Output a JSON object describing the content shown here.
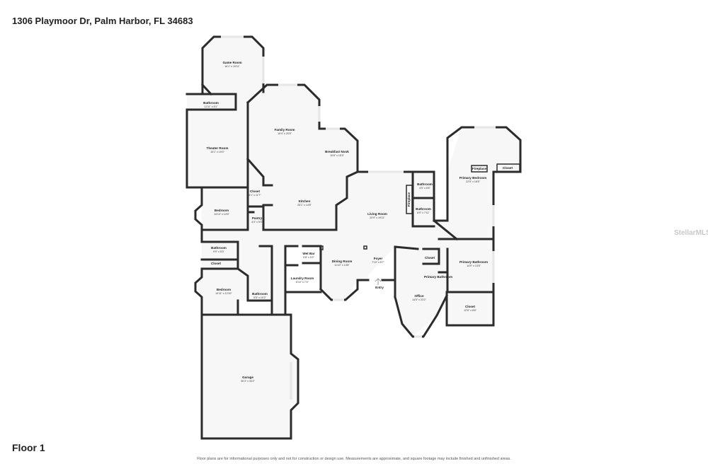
{
  "title": "1306 Playmoor Dr, Palm Harbor, FL 34683",
  "floor_label": "Floor 1",
  "disclaimer": "Floor plans are for informational purposes only and not for construction or design use. Measurements are approximate, and square footage may include finished and unfinished areas.",
  "watermark": "StellarMLS",
  "rooms": {
    "game_room": {
      "name": "Game Room",
      "dim": "16'1\" x 19'11\""
    },
    "bathroom_upper": {
      "name": "Bathroom",
      "dim": "11'11\" x 5'1\""
    },
    "theater_room": {
      "name": "Theater Room",
      "dim": "15'1\" x 19'0\""
    },
    "family_room": {
      "name": "Family Room",
      "dim": "19'4\" x 20'5\""
    },
    "breakfast_nook": {
      "name": "Breakfast Nook",
      "dim": "10'6\" x 15'3\""
    },
    "closet_hall": {
      "name": "Closet",
      "dim": "4'1\" x 11'7\""
    },
    "kitchen": {
      "name": "Kitchen",
      "dim": "25'1\" x 14'8\""
    },
    "bedroom_left": {
      "name": "Bedroom",
      "dim": "14'10\" x 14'5\""
    },
    "pantry": {
      "name": "Pantry",
      "dim": "4'4\" x 5'0\""
    },
    "bathroom_left": {
      "name": "Bathroom",
      "dim": "9'9\" x 5'0\""
    },
    "closet_left": {
      "name": "Closet",
      "dim": ""
    },
    "bedroom_lower": {
      "name": "Bedroom",
      "dim": "14'11\" x 12'10\""
    },
    "bathroom_lower": {
      "name": "Bathroom",
      "dim": "5'5\" x 10'2\""
    },
    "wet_bar": {
      "name": "Wet Bar",
      "dim": "5'8\" x 5'2\""
    },
    "laundry_room": {
      "name": "Laundry Room",
      "dim": "8'10\" x 7'4\""
    },
    "dining_room": {
      "name": "Dining Room",
      "dim": "11'10\" x 13'8\""
    },
    "foyer": {
      "name": "Foyer",
      "dim": "7'10\" x 8'7\""
    },
    "entry": {
      "name": "Entry",
      "dim": ""
    },
    "living_room": {
      "name": "Living Room",
      "dim": "20'9\" x 19'11\""
    },
    "fireplace_living": {
      "name": "Fireplace",
      "dim": ""
    },
    "bathroom_center1": {
      "name": "Bathroom",
      "dim": "4'5\" x 6'6\""
    },
    "bathroom_center2": {
      "name": "Bathroom",
      "dim": "6'9\" x 7'11\""
    },
    "primary_bedroom": {
      "name": "Primary Bedroom",
      "dim": "22'5\" x 18'5\""
    },
    "fireplace_primary": {
      "name": "Fireplace",
      "dim": ""
    },
    "closet_primary": {
      "name": "Closet",
      "dim": ""
    },
    "closet_mid": {
      "name": "Closet",
      "dim": ""
    },
    "primary_bathroom_small": {
      "name": "Primary Bathroom",
      "dim": ""
    },
    "primary_bathroom": {
      "name": "Primary Bathroom",
      "dim": "14'9\" x 14'5\""
    },
    "office": {
      "name": "Office",
      "dim": "14'5\" x 23'2\""
    },
    "closet_primary2": {
      "name": "Closet",
      "dim": "12'6\" x 8'6\""
    },
    "garage": {
      "name": "Garage",
      "dim": "30'3\" x 34'2\""
    }
  }
}
